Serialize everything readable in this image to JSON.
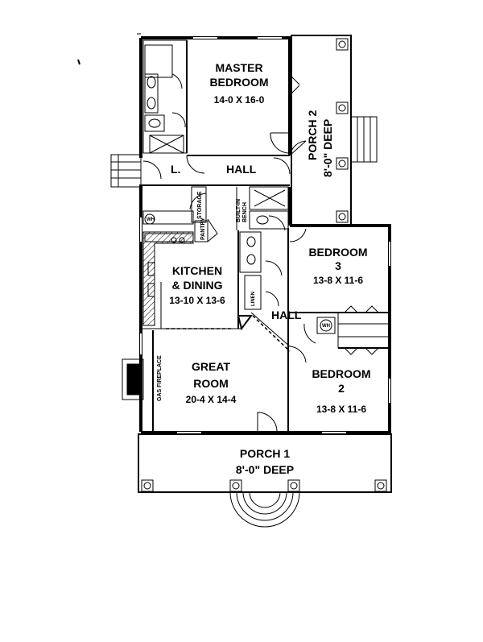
{
  "rooms": {
    "master_bedroom": {
      "line1": "MASTER",
      "line2": "BEDROOM",
      "size": "14-0 X 16-0"
    },
    "porch2": {
      "line1": "PORCH 2",
      "line2": "8'-0\" DEEP"
    },
    "laundry": {
      "label": "L."
    },
    "hall_upper": {
      "label": "HALL"
    },
    "storage": {
      "label": "STORAGE"
    },
    "pantry": {
      "label": "PANTRY"
    },
    "built_in_bench": {
      "line1": "BUILT-IN",
      "line2": "BENCH"
    },
    "wh_laundry": {
      "label": "WH"
    },
    "kitchen": {
      "line1": "KITCHEN",
      "line2": "& DINING",
      "size": "13-10 X 13-6"
    },
    "linen": {
      "label": "LINEN"
    },
    "hall_lower": {
      "label": "HALL"
    },
    "wh_hall": {
      "label": "WH"
    },
    "bedroom3": {
      "line1": "BEDROOM",
      "line2": "3",
      "size": "13-8 X 11-6"
    },
    "great_room": {
      "line1": "GREAT",
      "line2": "ROOM",
      "size": "20-4 X 14-4"
    },
    "gas_fireplace": {
      "label": "GAS FIREPLACE"
    },
    "bedroom2": {
      "line1": "BEDROOM",
      "line2": "2",
      "size": "13-8 X 11-6"
    },
    "porch1": {
      "line1": "PORCH 1",
      "line2": "8'-0\" DEEP"
    }
  }
}
